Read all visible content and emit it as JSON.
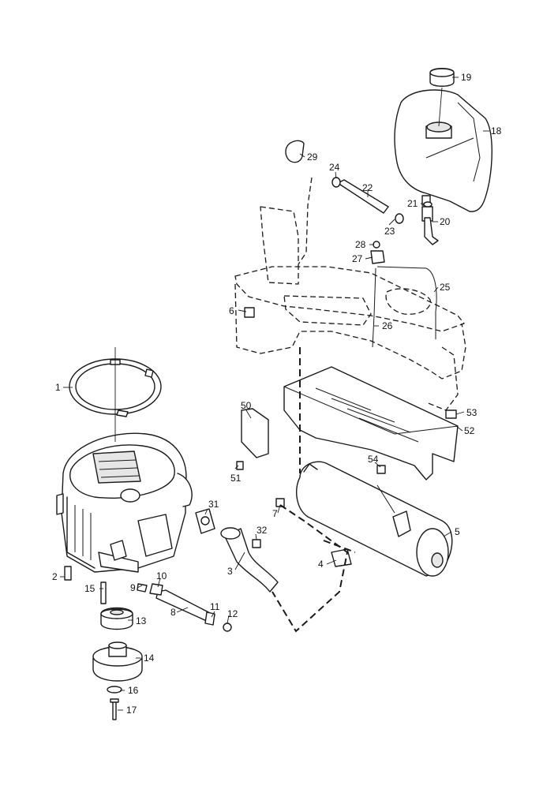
{
  "callouts": {
    "c1": "1",
    "c2": "2",
    "c3": "3",
    "c4": "4",
    "c5": "5",
    "c6": "6",
    "c7": "7",
    "c8": "8",
    "c9": "9",
    "c10": "10",
    "c11": "11",
    "c12": "12",
    "c13": "13",
    "c14": "14",
    "c15": "15",
    "c16": "16",
    "c17": "17",
    "c18": "18",
    "c19": "19",
    "c20": "20",
    "c21": "21",
    "c22": "22",
    "c23": "23",
    "c24": "24",
    "c25": "25",
    "c26": "26",
    "c27": "27",
    "c28": "28",
    "c29": "29",
    "c31": "31",
    "c32": "32",
    "c50": "50",
    "c51": "51",
    "c52": "52",
    "c53": "53",
    "c54": "54"
  }
}
